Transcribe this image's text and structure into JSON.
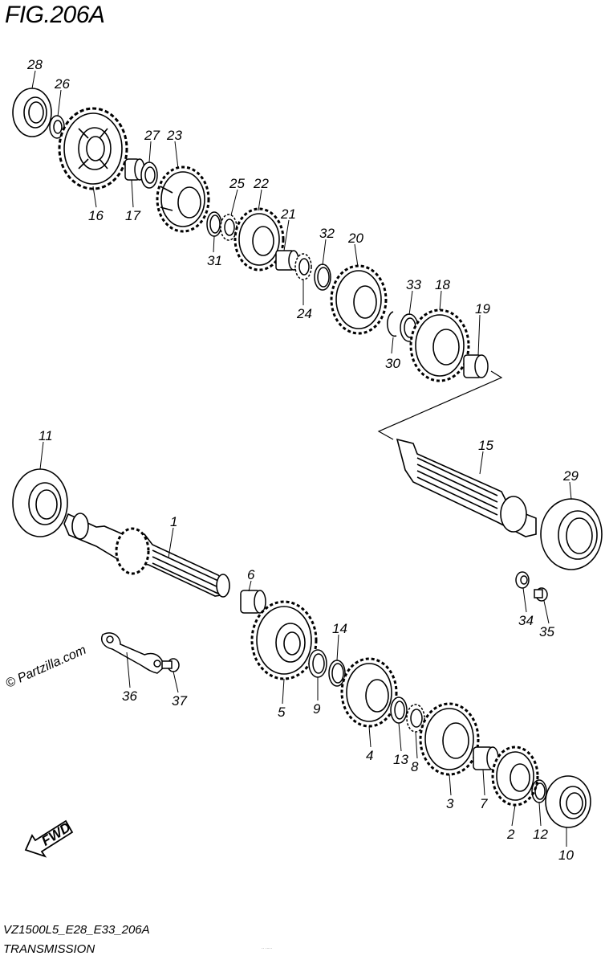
{
  "figure": {
    "title": "FIG.206A",
    "watermark": "© Partzilla.com",
    "model_code": "VZ1500L5_E28_E33_206A",
    "section_name": "TRANSMISSION",
    "fine_print": "·· ·····",
    "fwd_label": "FWD"
  },
  "callouts": [
    {
      "id": "c28",
      "label": "28"
    },
    {
      "id": "c26",
      "label": "26"
    },
    {
      "id": "c16",
      "label": "16"
    },
    {
      "id": "c17",
      "label": "17"
    },
    {
      "id": "c27",
      "label": "27"
    },
    {
      "id": "c23",
      "label": "23"
    },
    {
      "id": "c25",
      "label": "25"
    },
    {
      "id": "c22",
      "label": "22"
    },
    {
      "id": "c31",
      "label": "31"
    },
    {
      "id": "c21",
      "label": "21"
    },
    {
      "id": "c24",
      "label": "24"
    },
    {
      "id": "c32",
      "label": "32"
    },
    {
      "id": "c20",
      "label": "20"
    },
    {
      "id": "c33",
      "label": "33"
    },
    {
      "id": "c18",
      "label": "18"
    },
    {
      "id": "c30",
      "label": "30"
    },
    {
      "id": "c19",
      "label": "19"
    },
    {
      "id": "c15",
      "label": "15"
    },
    {
      "id": "c29",
      "label": "29"
    },
    {
      "id": "c11",
      "label": "11"
    },
    {
      "id": "c1",
      "label": "1"
    },
    {
      "id": "c6",
      "label": "6"
    },
    {
      "id": "c14",
      "label": "14"
    },
    {
      "id": "c5",
      "label": "5"
    },
    {
      "id": "c9",
      "label": "9"
    },
    {
      "id": "c4",
      "label": "4"
    },
    {
      "id": "c13",
      "label": "13"
    },
    {
      "id": "c8",
      "label": "8"
    },
    {
      "id": "c3",
      "label": "3"
    },
    {
      "id": "c7",
      "label": "7"
    },
    {
      "id": "c2",
      "label": "2"
    },
    {
      "id": "c12",
      "label": "12"
    },
    {
      "id": "c10",
      "label": "10"
    },
    {
      "id": "c34",
      "label": "34"
    },
    {
      "id": "c35",
      "label": "35"
    },
    {
      "id": "c36",
      "label": "36"
    },
    {
      "id": "c37",
      "label": "37"
    }
  ]
}
